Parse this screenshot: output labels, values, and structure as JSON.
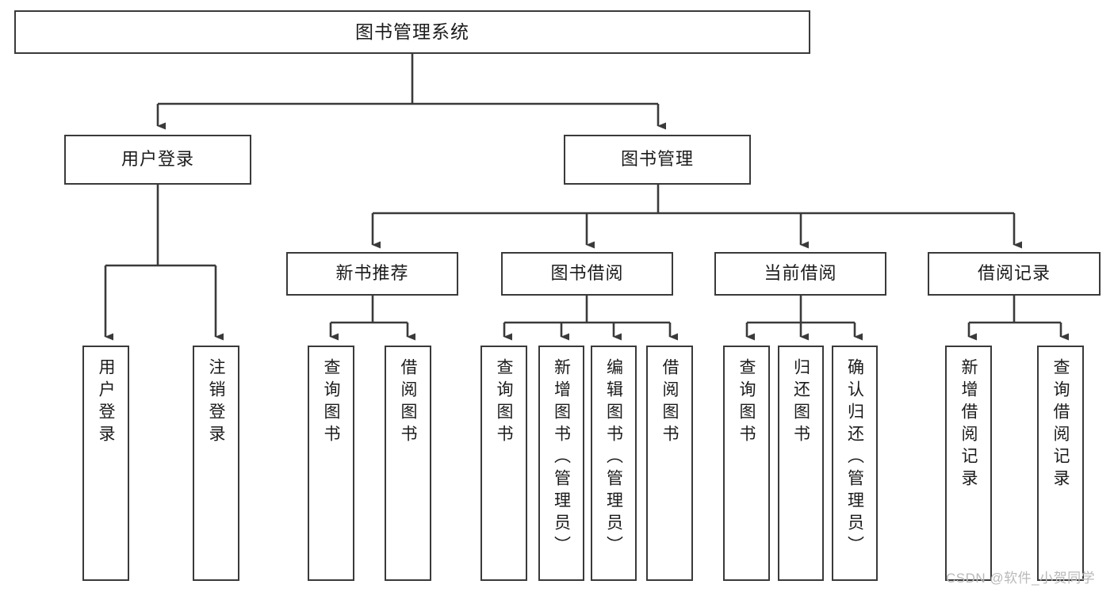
{
  "diagram": {
    "title": "图书管理系统",
    "type": "tree-hierarchy-diagram",
    "root": {
      "label": "图书管理系统"
    },
    "level2": [
      {
        "label": "用户登录"
      },
      {
        "label": "图书管理"
      }
    ],
    "level3": [
      {
        "label": "新书推荐"
      },
      {
        "label": "图书借阅"
      },
      {
        "label": "当前借阅"
      },
      {
        "label": "借阅记录"
      }
    ],
    "leaves": {
      "user_login": [
        {
          "label": "用户登录"
        },
        {
          "label": "注销登录"
        }
      ],
      "new_book_recommend": [
        {
          "label": "查询图书"
        },
        {
          "label": "借阅图书"
        }
      ],
      "book_borrow": [
        {
          "label": "查询图书"
        },
        {
          "label": "新增图书（管理员）"
        },
        {
          "label": "编辑图书（管理员）"
        },
        {
          "label": "借阅图书"
        }
      ],
      "current_borrow": [
        {
          "label": "查询图书"
        },
        {
          "label": "归还图书"
        },
        {
          "label": "确认归还（管理员）"
        }
      ],
      "borrow_record": [
        {
          "label": "新增借阅记录"
        },
        {
          "label": "查询借阅记录"
        }
      ]
    }
  },
  "watermark": {
    "text": "CSDN @软件_小贺同学"
  },
  "colors": {
    "stroke": "#3a3a3a",
    "text": "#1b1b1b",
    "background": "#ffffff",
    "watermark": "#b9b9b9"
  }
}
